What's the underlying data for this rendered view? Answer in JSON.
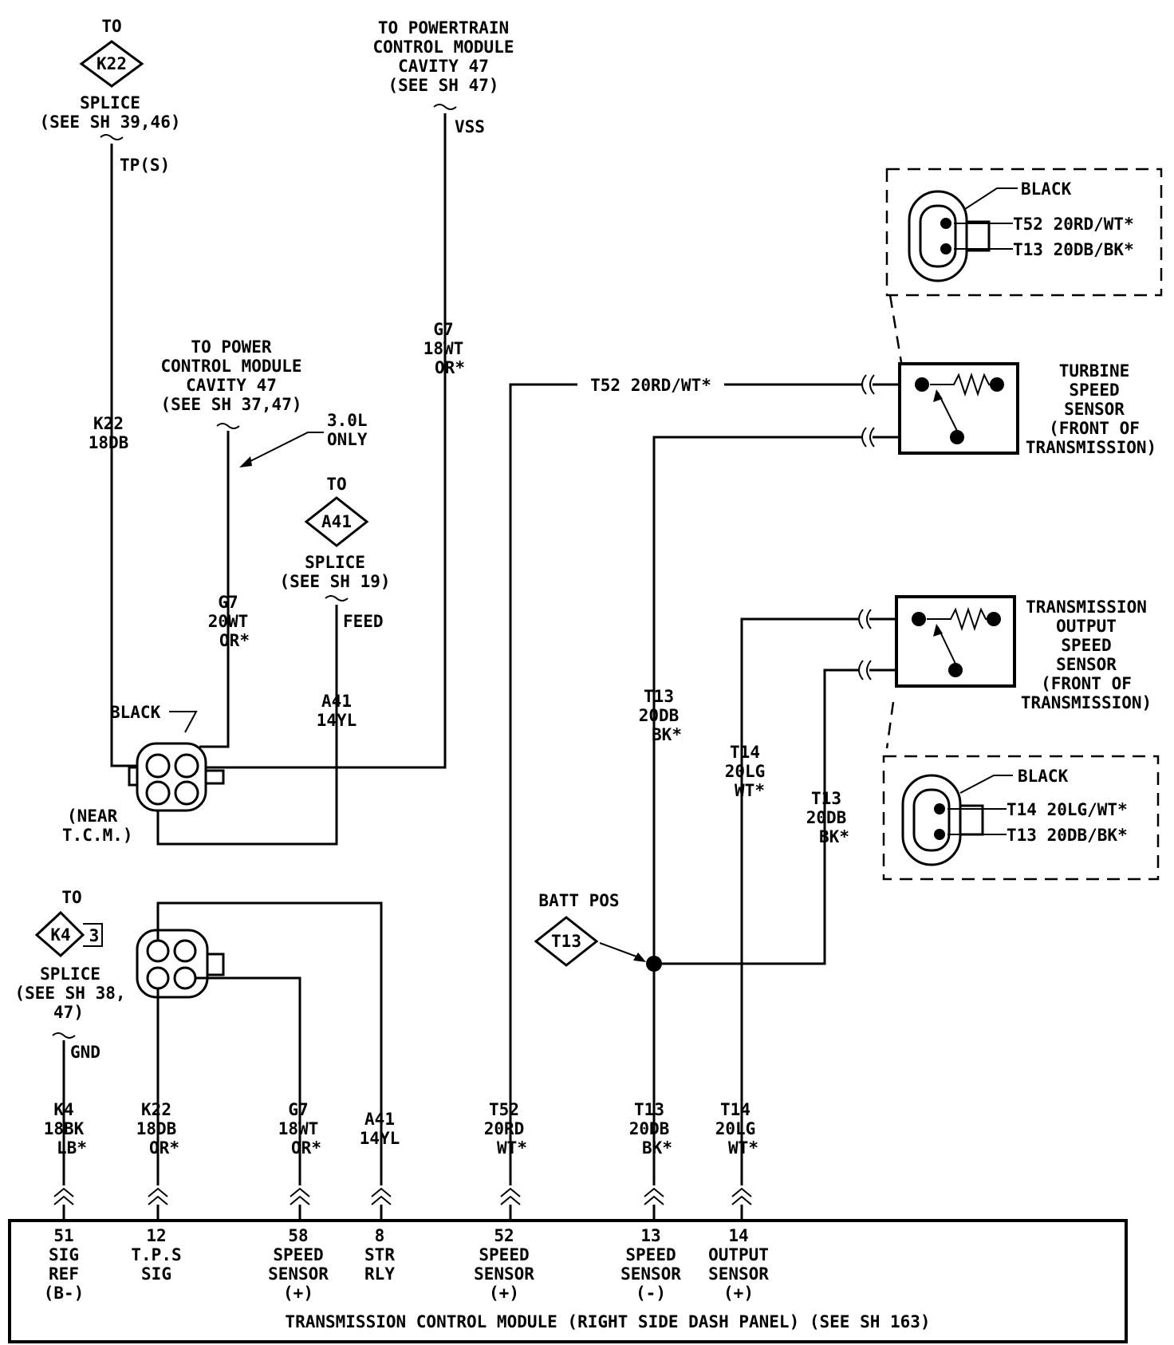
{
  "top_k22": {
    "to": "TO",
    "id": "K22",
    "splice": "SPLICE",
    "see": "(SEE SH 39,46)",
    "circuit": "TP(S)",
    "wire_code": "K22",
    "wire_gauge": "18DB"
  },
  "top_pcm": {
    "lines": [
      "TO POWERTRAIN",
      "CONTROL MODULE",
      "CAVITY 47",
      "(SEE SH 47)"
    ],
    "circuit": "VSS",
    "wire_code": "G7",
    "wire_gauge": "18WT",
    "wire_color": "OR*"
  },
  "power_cm": {
    "lines": [
      "TO POWER",
      "CONTROL MODULE",
      "CAVITY 47",
      "(SEE SH 37,47)"
    ],
    "note": [
      "3.0L",
      "ONLY"
    ],
    "wire_code": "G7",
    "wire_gauge": "20WT",
    "wire_color": "OR*"
  },
  "a41_splice": {
    "to": "TO",
    "id": "A41",
    "splice": "SPLICE",
    "see": "(SEE SH 19)",
    "circuit": "FEED",
    "wire_code": "A41",
    "wire_gauge": "14YL"
  },
  "connector_near_tcm": {
    "color": "BLACK",
    "location": [
      "(NEAR",
      "T.C.M.)"
    ]
  },
  "k4_splice": {
    "to": "TO",
    "id": "K4",
    "pin": "3",
    "splice": "SPLICE",
    "see": [
      "(SEE SH 38,",
      "47)"
    ],
    "circuit": "GND"
  },
  "turbine_connector": {
    "color": "BLACK",
    "pins": [
      "T52 20RD/WT*",
      "T13 20DB/BK*"
    ]
  },
  "turbine_sensor": {
    "lines": [
      "TURBINE",
      "SPEED",
      "SENSOR",
      "(FRONT OF",
      "TRANSMISSION)"
    ],
    "wire_label": "T52 20RD/WT*"
  },
  "output_sensor": {
    "lines": [
      "TRANSMISSION",
      "OUTPUT",
      "SPEED",
      "SENSOR",
      "(FRONT OF",
      "TRANSMISSION)"
    ]
  },
  "output_connector": {
    "color": "BLACK",
    "pins": [
      "T14 20LG/WT*",
      "T13 20DB/BK*"
    ]
  },
  "mid_wires": {
    "t13_a": [
      "T13",
      "20DB",
      "BK*"
    ],
    "t14": [
      "T14",
      "20LG",
      "WT*"
    ],
    "t13_b": [
      "T13",
      "20DB",
      "BK*"
    ]
  },
  "batt": {
    "label": "BATT POS",
    "id": "T13"
  },
  "bottom_wires": [
    {
      "code": "K4",
      "gauge": "18BK",
      "color": "LB*"
    },
    {
      "code": "K22",
      "gauge": "18DB",
      "color": "OR*"
    },
    {
      "code": "G7",
      "gauge": "18WT",
      "color": "OR*"
    },
    {
      "code": "A41",
      "gauge": "14YL",
      "color": ""
    },
    {
      "code": "T52",
      "gauge": "20RD",
      "color": "WT*"
    },
    {
      "code": "T13",
      "gauge": "20DB",
      "color": "BK*"
    },
    {
      "code": "T14",
      "gauge": "20LG",
      "color": "WT*"
    }
  ],
  "tcm_pins": [
    {
      "pin": "51",
      "lines": [
        "SIG",
        "REF",
        "(B-)"
      ]
    },
    {
      "pin": "12",
      "lines": [
        "T.P.S",
        "SIG"
      ]
    },
    {
      "pin": "58",
      "lines": [
        "SPEED",
        "SENSOR",
        "(+)"
      ]
    },
    {
      "pin": "8",
      "lines": [
        "STR",
        "RLY"
      ]
    },
    {
      "pin": "52",
      "lines": [
        "SPEED",
        "SENSOR",
        "(+)"
      ]
    },
    {
      "pin": "13",
      "lines": [
        "SPEED",
        "SENSOR",
        "(-)"
      ]
    },
    {
      "pin": "14",
      "lines": [
        "OUTPUT",
        "SENSOR",
        "(+)"
      ]
    }
  ],
  "tcm_title": "TRANSMISSION CONTROL MODULE (RIGHT SIDE DASH PANEL) (SEE SH 163)"
}
